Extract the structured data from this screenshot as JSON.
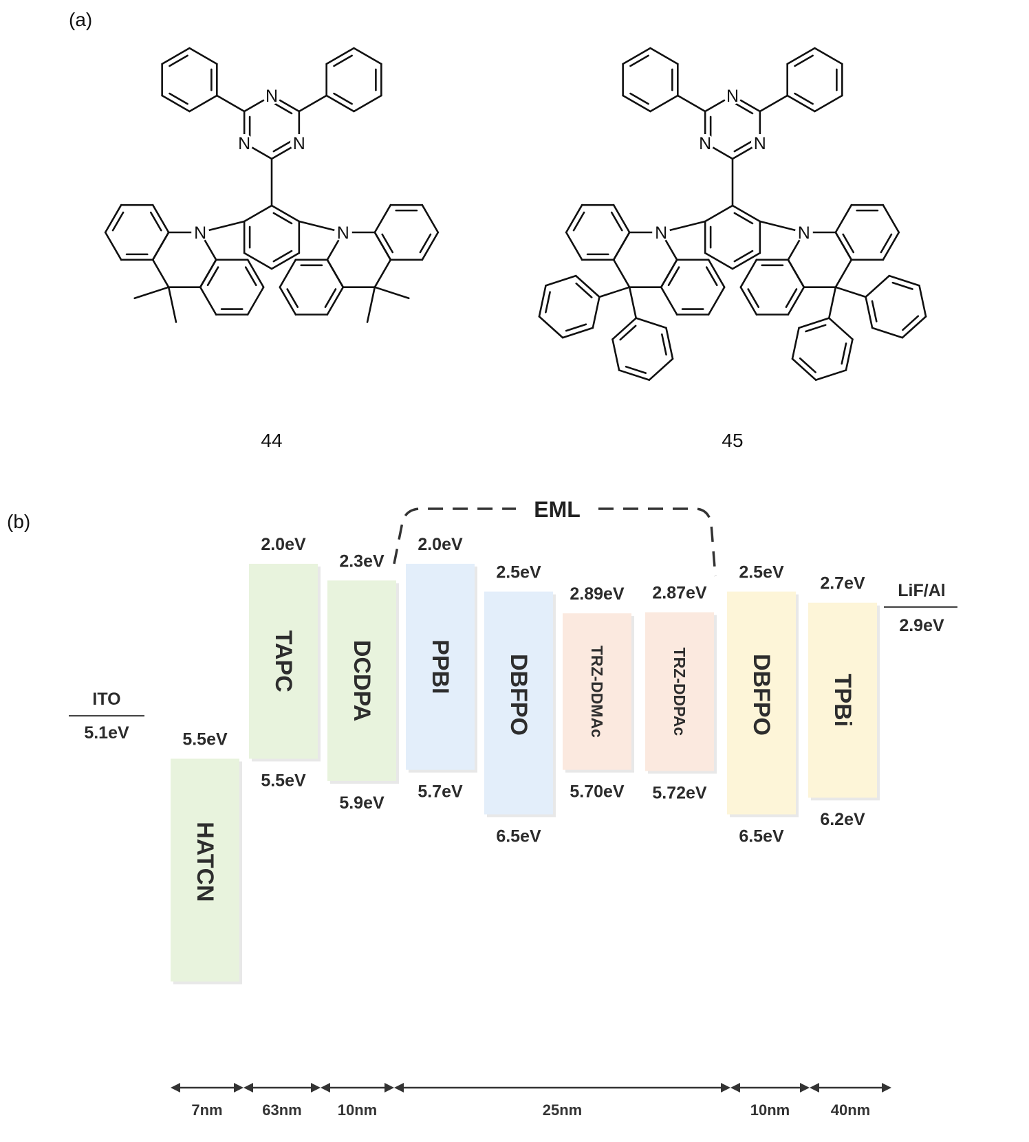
{
  "panels": {
    "a_label": "(a)",
    "b_label": "(b)"
  },
  "compounds": [
    {
      "label": "44",
      "acridine_substituent": "dimethyl"
    },
    {
      "label": "45",
      "acridine_substituent": "diphenyl"
    }
  ],
  "atoms": {
    "nitrogen": "N"
  },
  "eml": {
    "label": "EML"
  },
  "electrodes": [
    {
      "name": "ITO",
      "energy": "5.1eV"
    },
    {
      "name": "LiF/Al",
      "energy": "2.9eV"
    }
  ],
  "layers": [
    {
      "name": "HATCN",
      "lumo": 5.5,
      "homo": 9.5,
      "lumo_label": "5.5eV",
      "homo_label": "",
      "color": "#e8f3dd"
    },
    {
      "name": "TAPC",
      "lumo": 2.0,
      "homo": 5.5,
      "lumo_label": "2.0eV",
      "homo_label": "5.5eV",
      "color": "#e8f3dd"
    },
    {
      "name": "DCDPA",
      "lumo": 2.3,
      "homo": 5.9,
      "lumo_label": "2.3eV",
      "homo_label": "5.9eV",
      "color": "#e8f3dd"
    },
    {
      "name": "PPBI",
      "lumo": 2.0,
      "homo": 5.7,
      "lumo_label": "2.0eV",
      "homo_label": "5.7eV",
      "color": "#e3eefa"
    },
    {
      "name": "DBFPO",
      "lumo": 2.5,
      "homo": 6.5,
      "lumo_label": "2.5eV",
      "homo_label": "6.5eV",
      "color": "#e3eefa"
    },
    {
      "name": "TRZ-DDMAc",
      "lumo": 2.89,
      "homo": 5.7,
      "lumo_label": "2.89eV",
      "homo_label": "5.70eV",
      "color": "#fbe9df"
    },
    {
      "name": "TRZ-DDPAc",
      "lumo": 2.87,
      "homo": 5.72,
      "lumo_label": "2.87eV",
      "homo_label": "5.72eV",
      "color": "#fbe9df"
    },
    {
      "name": "DBFPO",
      "lumo": 2.5,
      "homo": 6.5,
      "lumo_label": "2.5eV",
      "homo_label": "6.5eV",
      "color": "#fdf5d8"
    },
    {
      "name": "TPBi",
      "lumo": 2.7,
      "homo": 6.2,
      "lumo_label": "2.7eV",
      "homo_label": "6.2eV",
      "color": "#fdf5d8"
    }
  ],
  "thicknesses": [
    {
      "label": "7nm"
    },
    {
      "label": "63nm"
    },
    {
      "label": "10nm"
    },
    {
      "label": "25nm"
    },
    {
      "label": "10nm"
    },
    {
      "label": "40nm"
    }
  ]
}
